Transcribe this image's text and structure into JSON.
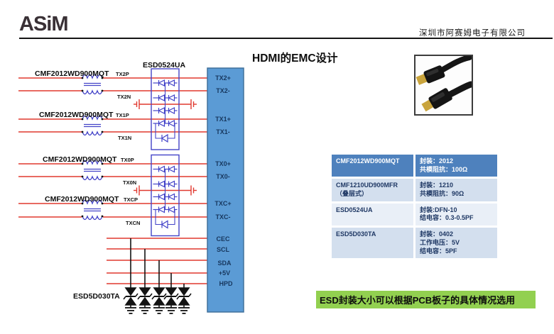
{
  "header": {
    "logo": "ASiM",
    "company": "深圳市阿赛姆电子有限公司"
  },
  "title": "HDMI的EMC设计",
  "schematic": {
    "cmf_label": "CMF2012WD900MQT",
    "esd_array_label": "ESD0524UA",
    "esd_tvs_label": "ESD5D030TA",
    "pair_labels": [
      "TX2P",
      "TX2N",
      "TX1P",
      "TX1N",
      "TX0P",
      "TX0N",
      "TXCP",
      "TXCN"
    ],
    "connector_pins": [
      "TX2+",
      "TX2-",
      "TX1+",
      "TX1-",
      "TX0+",
      "TX0-",
      "TXC+",
      "TXC-",
      "CEC",
      "SCL",
      "SDA",
      "+5V",
      "HPD"
    ]
  },
  "table": {
    "rows": [
      {
        "name": "CMF2012WD900MQT",
        "name2": "",
        "specs": [
          "封装：2012",
          "共模阻抗：100Ω"
        ]
      },
      {
        "name": "CMF1210UD900MFR",
        "name2": "（叠层式）",
        "specs": [
          "封装：1210",
          "共模阻抗：90Ω"
        ]
      },
      {
        "name": "ESD0524UA",
        "name2": "",
        "specs": [
          "封装:DFN-10",
          "结电容：0.3-0.5PF"
        ]
      },
      {
        "name": "ESD5D030TA",
        "name2": "",
        "specs": [
          "封装：0402",
          "工作电压：5V",
          "结电容：5PF"
        ]
      }
    ]
  },
  "note": "ESD封装大小可以根据PCB板子的具体情况选用",
  "colors": {
    "connector_blue": "#5b9bd5",
    "connector_border": "#41719c",
    "table_header_blue": "#4e81bd",
    "table_row_light": "#d3dfee",
    "table_row_lighter": "#e9eff7",
    "schematic_blue": "#4343c8",
    "signal_red": "#e0392f",
    "pin_text_navy": "#17375e",
    "note_green": "#92d050"
  }
}
